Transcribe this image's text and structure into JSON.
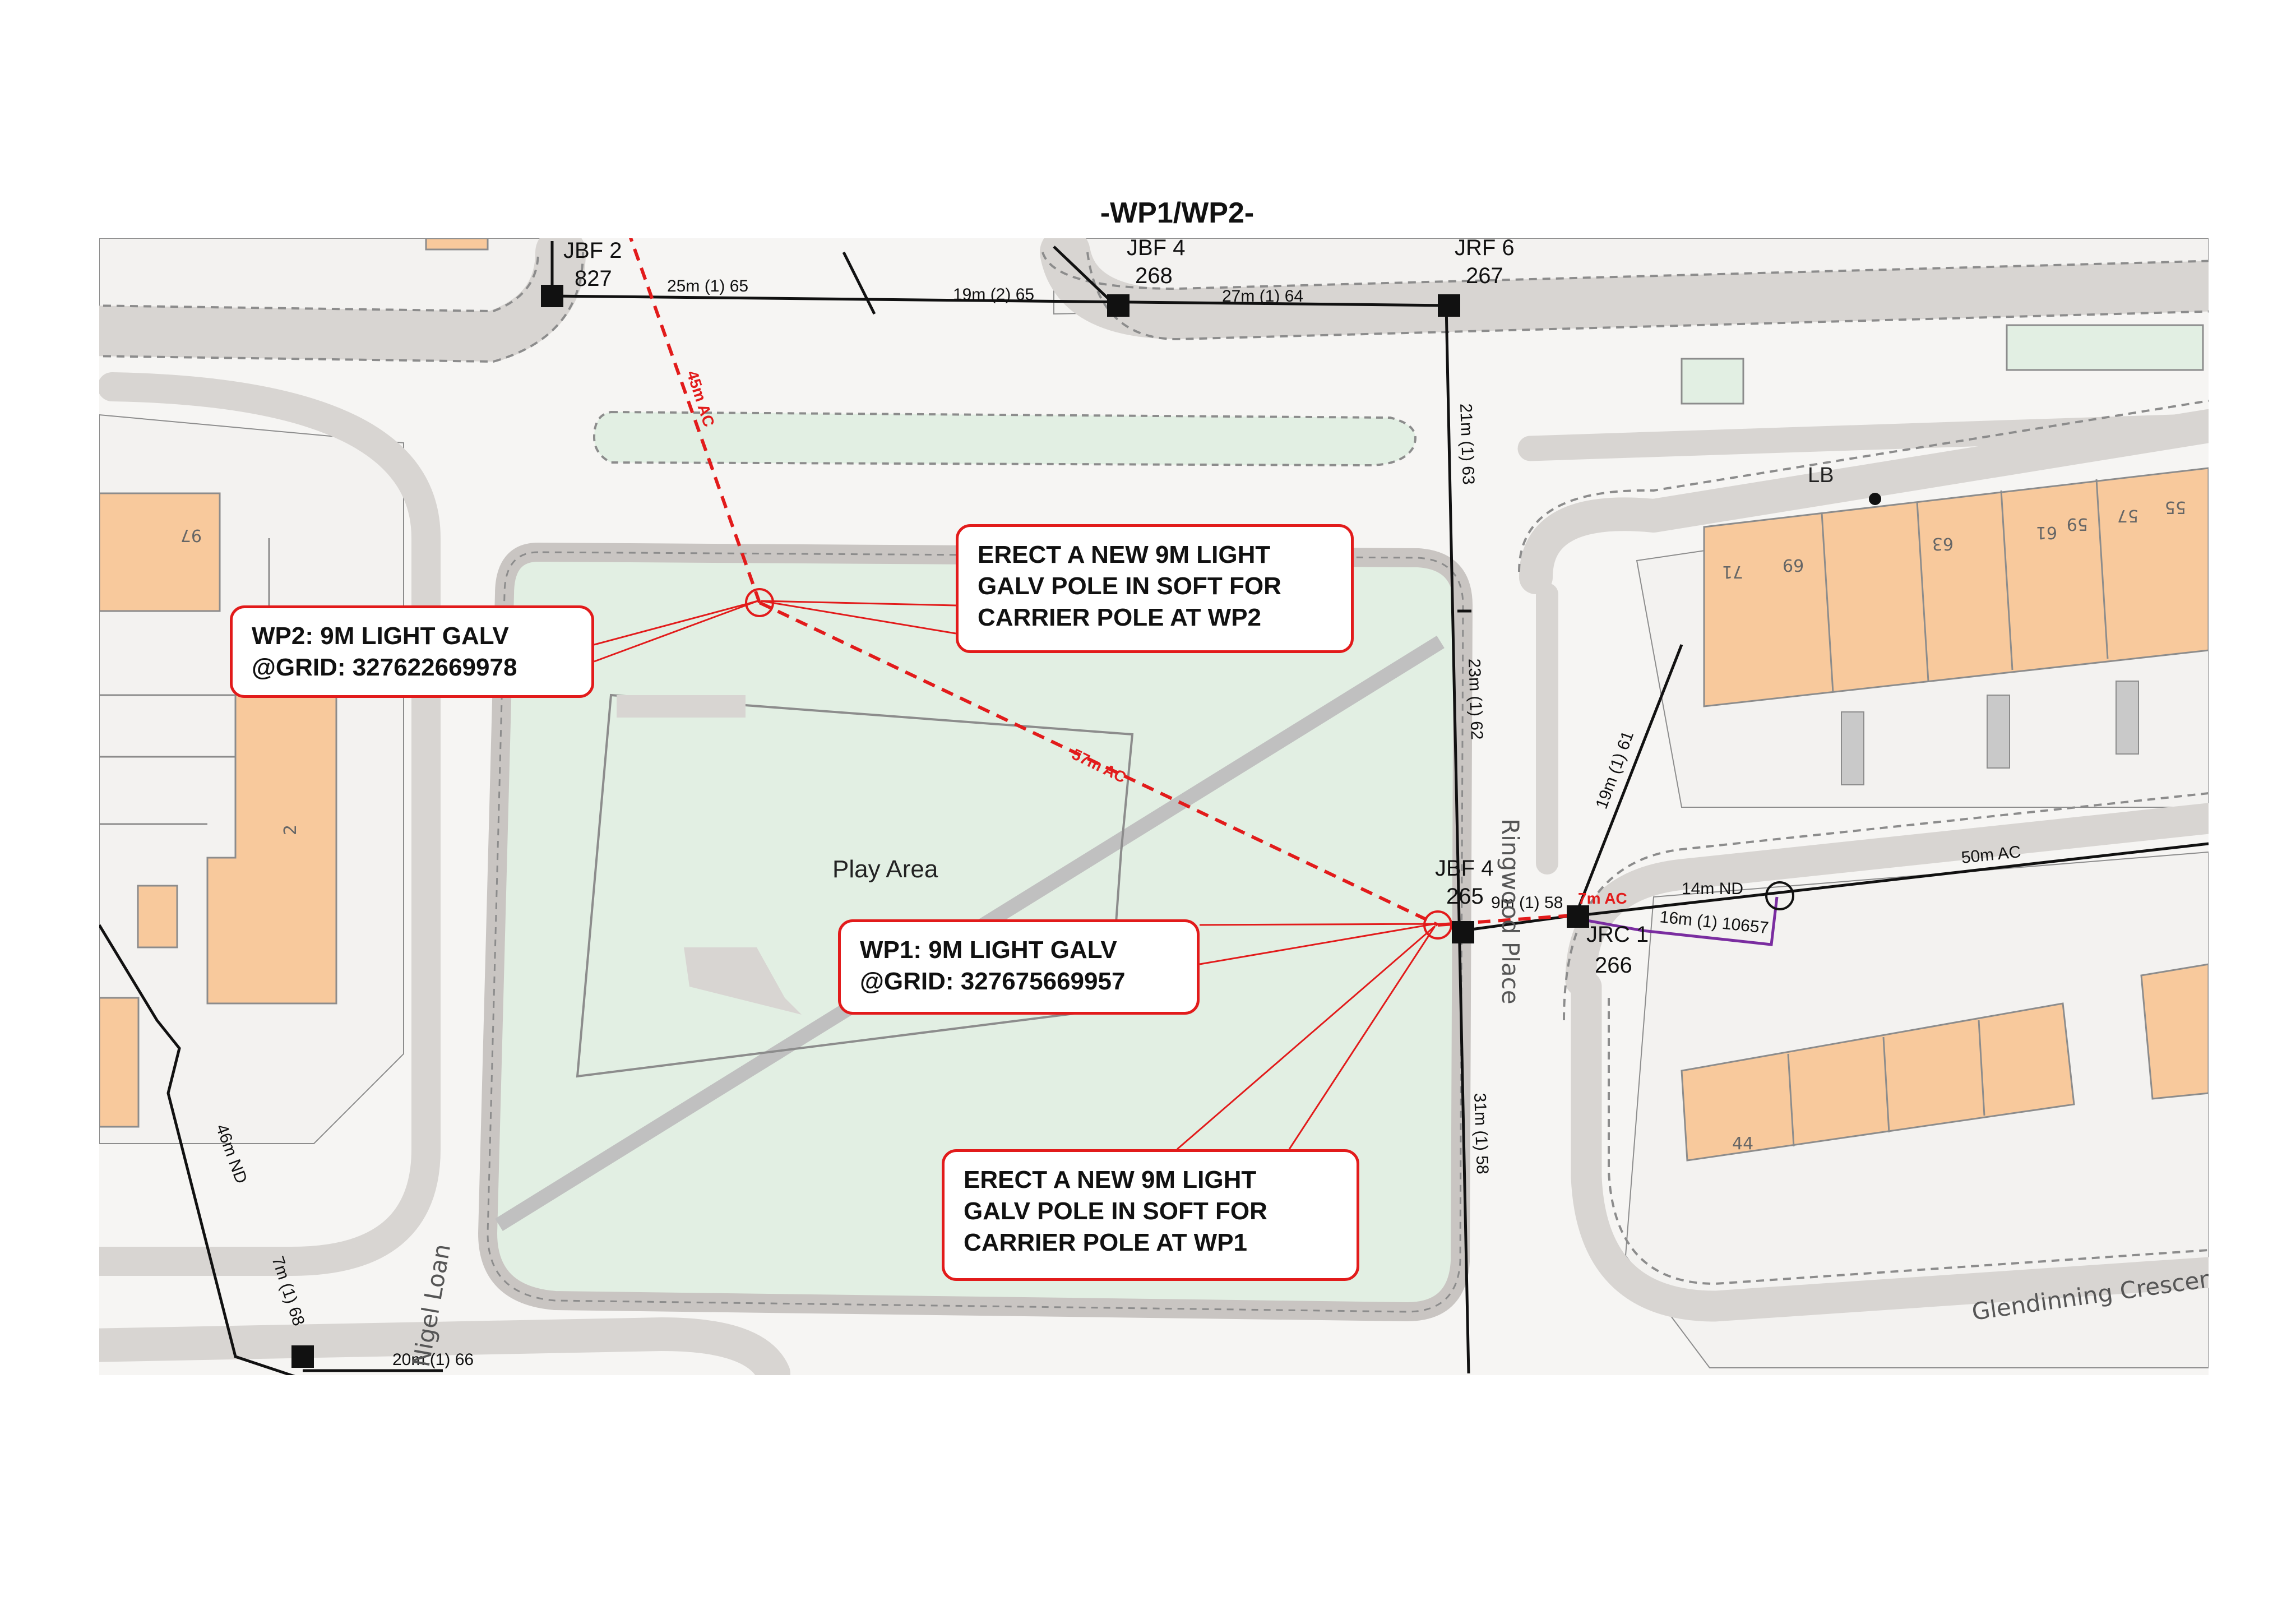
{
  "title": "-WP1/WP2-",
  "colors": {
    "road": "#d9d6d3",
    "building": "#f8c99c",
    "green": "#e2efe3",
    "plot": "#f4f3f1",
    "annotation_red": "#e21b1b",
    "existing_network": "#111111",
    "service_purple": "#7a2da0"
  },
  "callouts": {
    "wp2_label": {
      "line1": "WP2: 9M LIGHT GALV",
      "line2": "@GRID: 327622669978"
    },
    "wp2_instruction": {
      "line1": "ERECT A NEW 9M LIGHT",
      "line2": "GALV POLE IN SOFT FOR",
      "line3": "CARRIER POLE AT WP2"
    },
    "wp1_label": {
      "line1": "WP1: 9M LIGHT GALV",
      "line2": "@GRID: 327675669957"
    },
    "wp1_instruction": {
      "line1": "ERECT A NEW 9M LIGHT",
      "line2": "GALV POLE IN SOFT FOR",
      "line3": "CARRIER POLE AT WP1"
    }
  },
  "poles": {
    "jbf2": {
      "name": "JBF 2",
      "number": "827"
    },
    "jbf4_top": {
      "name": "JBF 4",
      "number": "268"
    },
    "jrf6": {
      "name": "JRF 6",
      "number": "267"
    },
    "jbf4_wp1": {
      "name": "JBF 4",
      "number": "265"
    },
    "jrc1": {
      "name": "JRC 1",
      "number": "266"
    }
  },
  "spans": {
    "s25": "25m (1) 65",
    "s19": "19m (2) 65",
    "s27": "27m (1) 64",
    "s21": "21m (1) 63",
    "s23": "23m (1) 62",
    "s31": "31m (1) 58",
    "s19b": "19m (1) 61",
    "s9": "9m (1) 58",
    "s14": "14m ND",
    "s50": "50m AC",
    "s16": "16m (1) 10657",
    "s46": "46m ND",
    "s7": "7m (1) 68",
    "s20": "20m (1) 66"
  },
  "proposed_spans": {
    "p45": "45m AC",
    "p57": "57m AC",
    "p7": "7m AC"
  },
  "places": {
    "play_area": "Play Area",
    "lb": "LB",
    "ringwood_place": "Ringwood Place",
    "glendinning_crescent": "Glendinning Crescent",
    "nigel_loan": "Nigel Loan"
  },
  "house_numbers": {
    "h97": "97",
    "h2": "2",
    "h71": "71",
    "h69": "69",
    "h63": "63",
    "h61": "61",
    "h59": "59",
    "h57": "57",
    "h55": "55",
    "h44": "44"
  }
}
